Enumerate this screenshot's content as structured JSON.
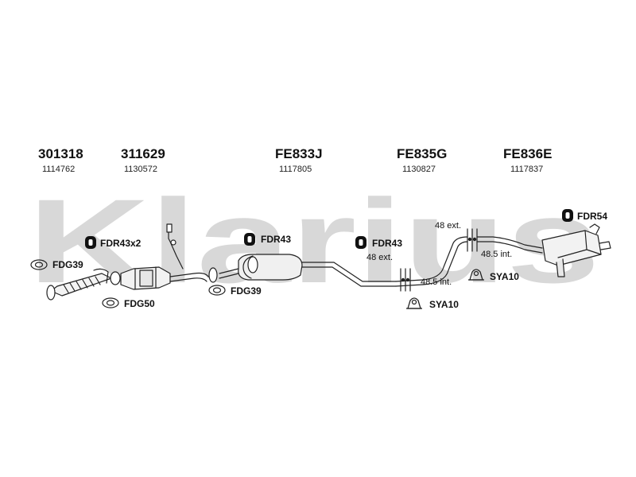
{
  "watermark": {
    "text": "Klarius",
    "color": "#d8d8d8"
  },
  "columns": [
    {
      "code": "301318",
      "number": "1114762"
    },
    {
      "code": "311629",
      "number": "1130572"
    },
    {
      "code": "FE833J",
      "number": "1117805"
    },
    {
      "code": "FE835G",
      "number": "1130827"
    },
    {
      "code": "FE836E",
      "number": "1117837"
    }
  ],
  "labels": {
    "fdr43x2": "FDR43x2",
    "fdg39_left": "FDG39",
    "fdg50": "FDG50",
    "fdg39_mid": "FDG39",
    "fdr43_mid": "FDR43",
    "fdr43_right": "FDR43",
    "sya10_low": "SYA10",
    "sya10_high": "SYA10",
    "fdr54": "FDR54"
  },
  "annotations": {
    "ext_a": "48 ext.",
    "int_a": "48.5 int.",
    "ext_b": "48 ext.",
    "int_b": "48.5 int."
  },
  "icons": {
    "clamp": "rubber-hanger-icon",
    "gasket": "flange-gasket-icon",
    "bracket": "mounting-bracket-icon"
  }
}
